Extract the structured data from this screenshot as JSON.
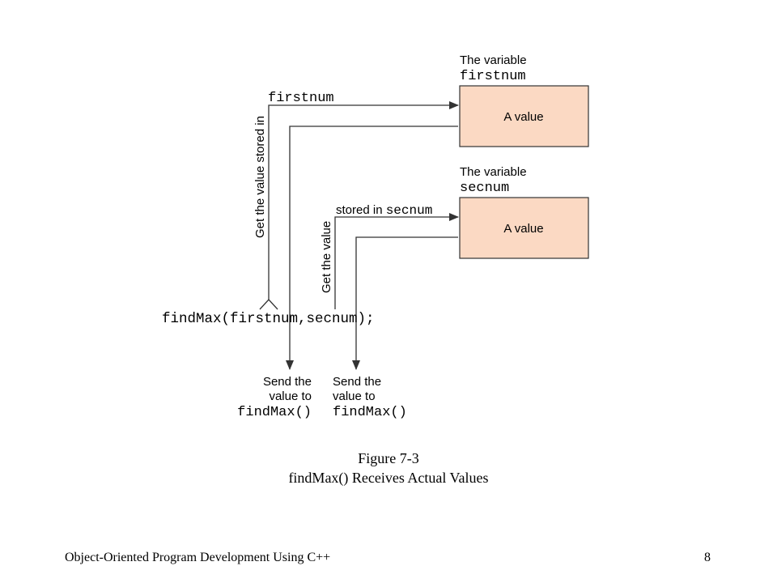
{
  "diagram": {
    "box_fill": "#fbd9c3",
    "box_stroke": "#333333",
    "first_box": {
      "caption_line1": "The variable",
      "caption_line2": "firstnum",
      "value": "A value"
    },
    "second_box": {
      "caption_line1": "The variable",
      "caption_line2": "secnum",
      "value": "A value"
    },
    "firstnum_arrow_label": "firstnum",
    "secnum_arrow_label_prefix": "stored in ",
    "secnum_arrow_label_var": "secnum",
    "vertical_label_1": "Get the value stored in",
    "vertical_label_2": "Get the value",
    "function_call": "findMax(firstnum,secnum);",
    "send_left": {
      "line1": "Send the",
      "line2": "value to",
      "line3": "findMax()"
    },
    "send_right": {
      "line1": "Send the",
      "line2": "value to",
      "line3": "findMax()"
    }
  },
  "caption": {
    "figure_number": "Figure 7-3",
    "figure_title": "findMax() Receives Actual Values"
  },
  "footer": {
    "course_title": "Object-Oriented Program Development Using C++",
    "page_number": "8"
  }
}
